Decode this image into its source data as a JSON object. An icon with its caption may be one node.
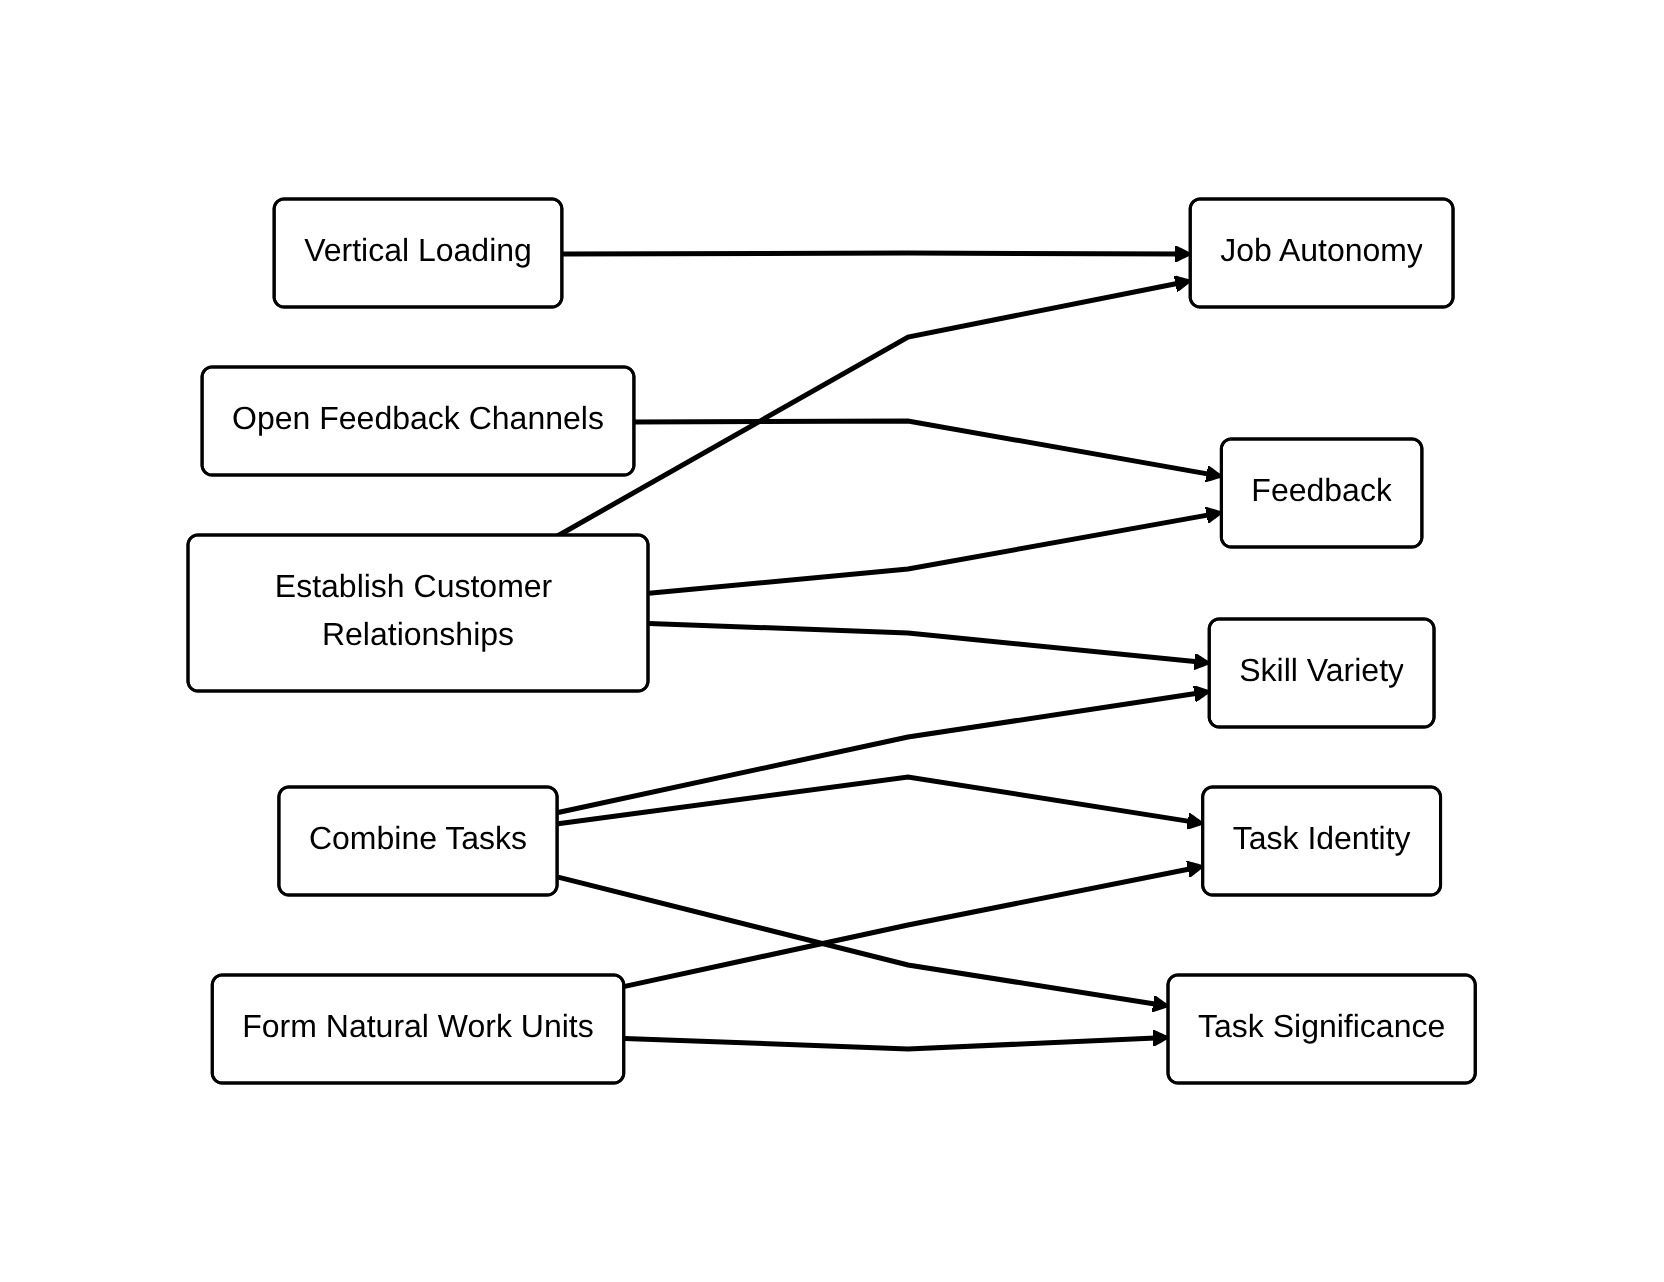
{
  "diagram": {
    "nodes": [
      {
        "text": [
          "Vertical Loading"
        ]
      },
      {
        "text": [
          "Open Feedback Channels"
        ]
      },
      {
        "text": [
          "Establish Customer Relationships"
        ]
      },
      {
        "text": [
          "Combine Tasks"
        ]
      },
      {
        "text": [
          "Form Natural Work Units"
        ]
      },
      {
        "text": [
          "Job Autonomy"
        ]
      },
      {
        "text": [
          "Feedback"
        ]
      },
      {
        "text": [
          "Skill Variety"
        ]
      },
      {
        "text": [
          "Task Identity"
        ]
      },
      {
        "text": [
          "Task Significance"
        ]
      }
    ],
    "edges": [
      {
        "from": 0,
        "to": 5,
        "arrow": "to"
      },
      {
        "from": 1,
        "to": 6,
        "arrow": "to"
      },
      {
        "from": 2,
        "to": 5,
        "arrow": "to"
      },
      {
        "from": 2,
        "to": 6,
        "arrow": "to"
      },
      {
        "from": 2,
        "to": 7,
        "arrow": "to"
      },
      {
        "from": 3,
        "to": 7,
        "arrow": "to"
      },
      {
        "from": 3,
        "to": 8,
        "arrow": "to"
      },
      {
        "from": 3,
        "to": 9,
        "arrow": "to"
      },
      {
        "from": 4,
        "to": 8,
        "arrow": "to"
      },
      {
        "from": 4,
        "to": 9,
        "arrow": "to"
      }
    ]
  }
}
